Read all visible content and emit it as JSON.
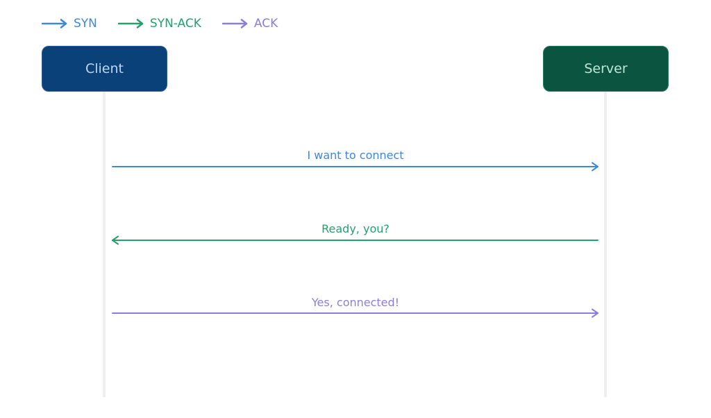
{
  "legend": [
    {
      "label": "SYN",
      "color": "#3f87d8"
    },
    {
      "label": "SYN-ACK",
      "color": "#24a06f"
    },
    {
      "label": "ACK",
      "color": "#8b7ddb"
    }
  ],
  "participants": {
    "client": {
      "label": "Client",
      "bg": "#0b4179",
      "text": "#bcd6f2"
    },
    "server": {
      "label": "Server",
      "bg": "#0b5540",
      "text": "#bfe7d5"
    }
  },
  "messages": [
    {
      "label": "I want to connect",
      "type": "SYN",
      "direction": "client-to-server",
      "color": "#3f87d8"
    },
    {
      "label": "Ready, you?",
      "type": "SYN-ACK",
      "direction": "server-to-client",
      "color": "#24a06f"
    },
    {
      "label": "Yes, connected!",
      "type": "ACK",
      "direction": "client-to-server",
      "color": "#8b7ddb"
    }
  ]
}
